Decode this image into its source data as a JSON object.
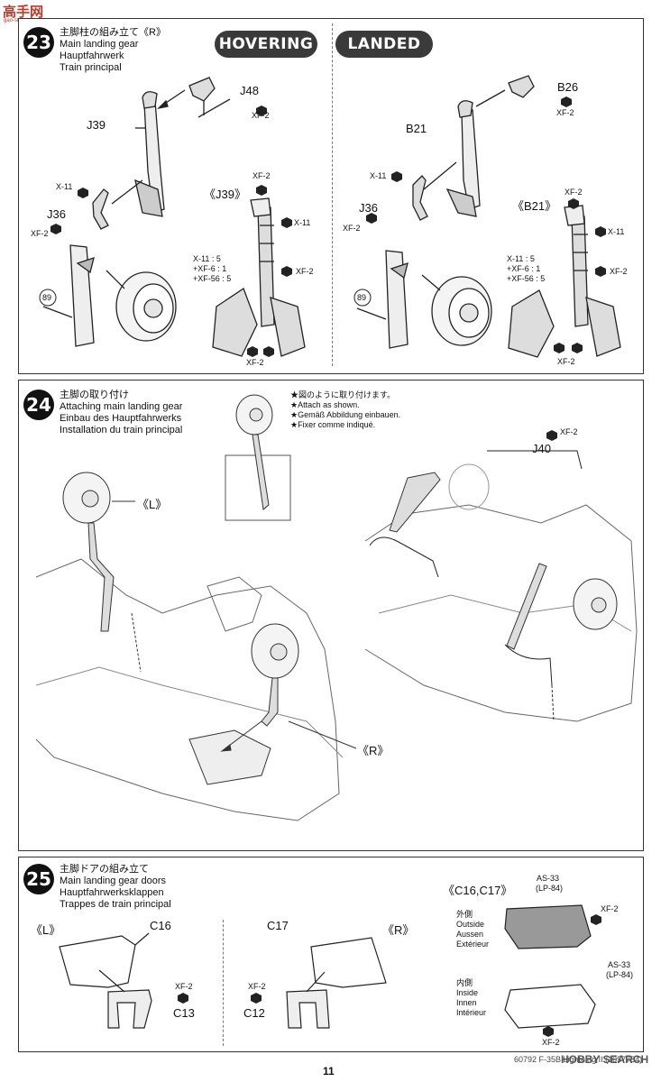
{
  "header": {
    "logo": "高手网",
    "logo_sub": "gao-shou.com"
  },
  "step23": {
    "number": "23",
    "lines": [
      "主脚柱の組み立て《R》",
      "Main landing gear",
      "Hauptfahrwerk",
      "Train principal"
    ],
    "hovering": "HOVERING",
    "landed": "LANDED",
    "left": {
      "J48": "J48",
      "xf2a": "XF-2",
      "J39": "J39",
      "x11": "X-11",
      "J36": "J36",
      "xf2b": "XF-2",
      "detail": "《J39》",
      "d_xf2": "XF-2",
      "d_x11": "X-11",
      "mix1": "X-11 : 5",
      "mix2": "+XF-6 : 1",
      "mix3": "+XF-56 : 5",
      "d_xf2b": "XF-2",
      "d_xf2c": "XF-2",
      "ref": "89"
    },
    "right": {
      "B26": "B26",
      "xf2a": "XF-2",
      "B21": "B21",
      "x11": "X-11",
      "J36": "J36",
      "xf2b": "XF-2",
      "detail": "《B21》",
      "d_xf2": "XF-2",
      "d_x11": "X-11",
      "mix1": "X-11 : 5",
      "mix2": "+XF-6 : 1",
      "mix3": "+XF-56 : 5",
      "d_xf2b": "XF-2",
      "d_xf2c": "XF-2",
      "ref": "89"
    }
  },
  "step24": {
    "number": "24",
    "lines": [
      "主脚の取り付け",
      "Attaching main landing gear",
      "Einbau des Hauptfahrwerks",
      "Installation du train principal"
    ],
    "notes": [
      "★図のように取り付けます。",
      "★Attach as shown.",
      "★Gemäß Abbildung einbauen.",
      "★Fixer comme indiqué."
    ],
    "L": "《L》",
    "R": "《R》",
    "xf2": "XF-2",
    "J40": "J40"
  },
  "step25": {
    "number": "25",
    "lines": [
      "主脚ドアの組み立て",
      "Main landing gear doors",
      "Hauptfahrwerksklappen",
      "Trappes de train principal"
    ],
    "L": "《L》",
    "R": "《R》",
    "C16": "C16",
    "C13": "C13",
    "C17": "C17",
    "C12": "C12",
    "xf2l": "XF-2",
    "xf2r": "XF-2",
    "parts": "《C16,C17》",
    "outside": [
      "外側",
      "Outside",
      "Aussen",
      "Extérieur"
    ],
    "inside": [
      "内側",
      "Inside",
      "Innen",
      "Intérieur"
    ],
    "as33a": "AS-33",
    "lp84a": "(LP-84)",
    "xf2o": "XF-2",
    "as33b": "AS-33",
    "lp84b": "(LP-84)",
    "xf2i": "XF-2"
  },
  "footer": {
    "page": "11",
    "ref": "60792 F-35B Lightning II (1057784)",
    "watermark": "HOBBY SEARCH"
  }
}
